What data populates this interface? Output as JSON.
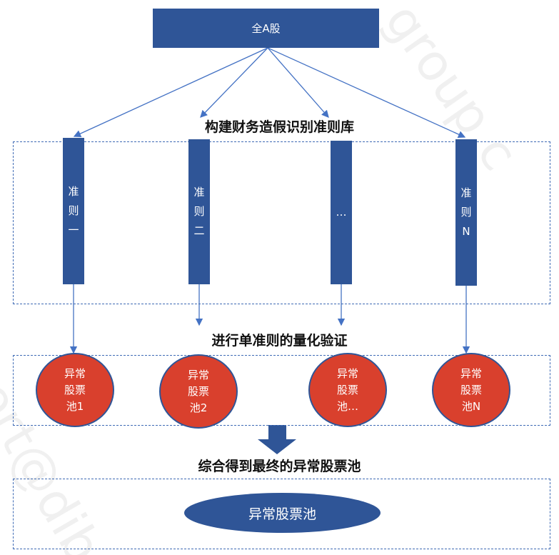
{
  "root": "全A股",
  "step1_title": "构建财务造假识别准则库",
  "rules": [
    [
      "准",
      "则",
      "一"
    ],
    [
      "准",
      "则",
      "二"
    ],
    [
      "…",
      "",
      ""
    ],
    [
      "准",
      "则",
      "N"
    ]
  ],
  "step2_title": "进行单准则的量化验证",
  "pools": [
    [
      "异常",
      "股票",
      "池1"
    ],
    [
      "异常",
      "股票",
      "池2"
    ],
    [
      "异常",
      "股票",
      "池…"
    ],
    [
      "异常",
      "股票",
      "池N"
    ]
  ],
  "step3_title": "综合得到最终的异常股票池",
  "final": "异常股票池",
  "watermark": [
    "group.c",
    "ort@dib"
  ],
  "colors": {
    "blue": "#2F5597",
    "red": "#D9402D",
    "arrow": "#4472C4"
  }
}
